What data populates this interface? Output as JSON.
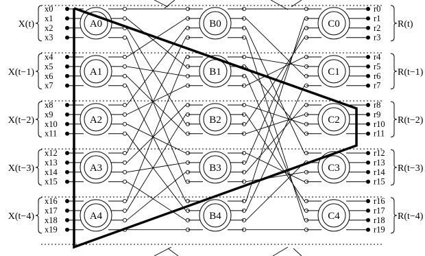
{
  "inputs": [
    "x0",
    "x1",
    "x2",
    "x3",
    "x4",
    "x5",
    "x6",
    "x7",
    "x8",
    "x9",
    "x10",
    "x11",
    "x12",
    "x13",
    "x14",
    "x15",
    "x16",
    "x17",
    "x18",
    "x19"
  ],
  "outputs": [
    "r0",
    "r1",
    "r2",
    "r3",
    "r4",
    "r5",
    "r6",
    "r7",
    "r8",
    "r9",
    "r10",
    "r11",
    "r12",
    "r13",
    "r14",
    "r15",
    "r16",
    "r17",
    "r18",
    "r19"
  ],
  "input_groups": [
    "X(t)",
    "X(t−1)",
    "X(t−2)",
    "X(t−3)",
    "X(t−4)"
  ],
  "output_groups": [
    "R(t)",
    "R(t−1)",
    "R(t−2)",
    "R(t−3)",
    "R(t−4)"
  ],
  "column_a": [
    "A0",
    "A1",
    "A2",
    "A3",
    "A4"
  ],
  "column_b": [
    "B0",
    "B1",
    "B2",
    "B3",
    "B4"
  ],
  "column_c": [
    "C0",
    "C1",
    "C2",
    "C3",
    "C4"
  ]
}
